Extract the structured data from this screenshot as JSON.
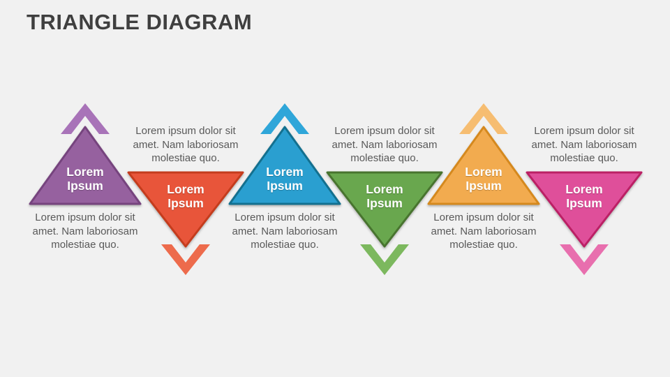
{
  "slide": {
    "title": "TRIANGLE DIAGRAM"
  },
  "colors": {
    "background": "#f1f1f1",
    "title_text": "#3f3f3f",
    "body_text": "#595959",
    "label_text": "#ffffff"
  },
  "items": [
    {
      "name": "step-1",
      "direction": "up",
      "label_lines": [
        "Lorem",
        "Ipsum"
      ],
      "desc_lines": [
        "Lorem ipsum dolor sit",
        "amet. Nam laboriosam",
        "molestiae quo."
      ],
      "fill": "#96619f",
      "border": "#76447e",
      "chevron": "#a873b8"
    },
    {
      "name": "step-2",
      "direction": "down",
      "label_lines": [
        "Lorem",
        "Ipsum"
      ],
      "desc_lines": [
        "Lorem ipsum dolor sit",
        "amet. Nam laboriosam",
        "molestiae quo."
      ],
      "fill": "#e8553a",
      "border": "#c43c1d",
      "chevron": "#ed6b4c"
    },
    {
      "name": "step-3",
      "direction": "up",
      "label_lines": [
        "Lorem",
        "Ipsum"
      ],
      "desc_lines": [
        "Lorem ipsum dolor sit",
        "amet. Nam laboriosam",
        "molestiae quo."
      ],
      "fill": "#2a9fd0",
      "border": "#13708f",
      "chevron": "#2fa6d9"
    },
    {
      "name": "step-4",
      "direction": "down",
      "label_lines": [
        "Lorem",
        "Ipsum"
      ],
      "desc_lines": [
        "Lorem ipsum dolor sit",
        "amet. Nam laboriosam",
        "molestiae quo."
      ],
      "fill": "#69a74e",
      "border": "#48742f",
      "chevron": "#7cb85e"
    },
    {
      "name": "step-5",
      "direction": "up",
      "label_lines": [
        "Lorem",
        "Ipsum"
      ],
      "desc_lines": [
        "Lorem ipsum dolor sit",
        "amet. Nam laboriosam",
        "molestiae quo."
      ],
      "fill": "#f2ab4f",
      "border": "#d5891e",
      "chevron": "#f6bd71"
    },
    {
      "name": "step-6",
      "direction": "down",
      "label_lines": [
        "Lorem",
        "Ipsum"
      ],
      "desc_lines": [
        "Lorem ipsum dolor sit",
        "amet. Nam laboriosam",
        "molestiae quo."
      ],
      "fill": "#df4f9a",
      "border": "#bb2065",
      "chevron": "#e86fae"
    }
  ]
}
